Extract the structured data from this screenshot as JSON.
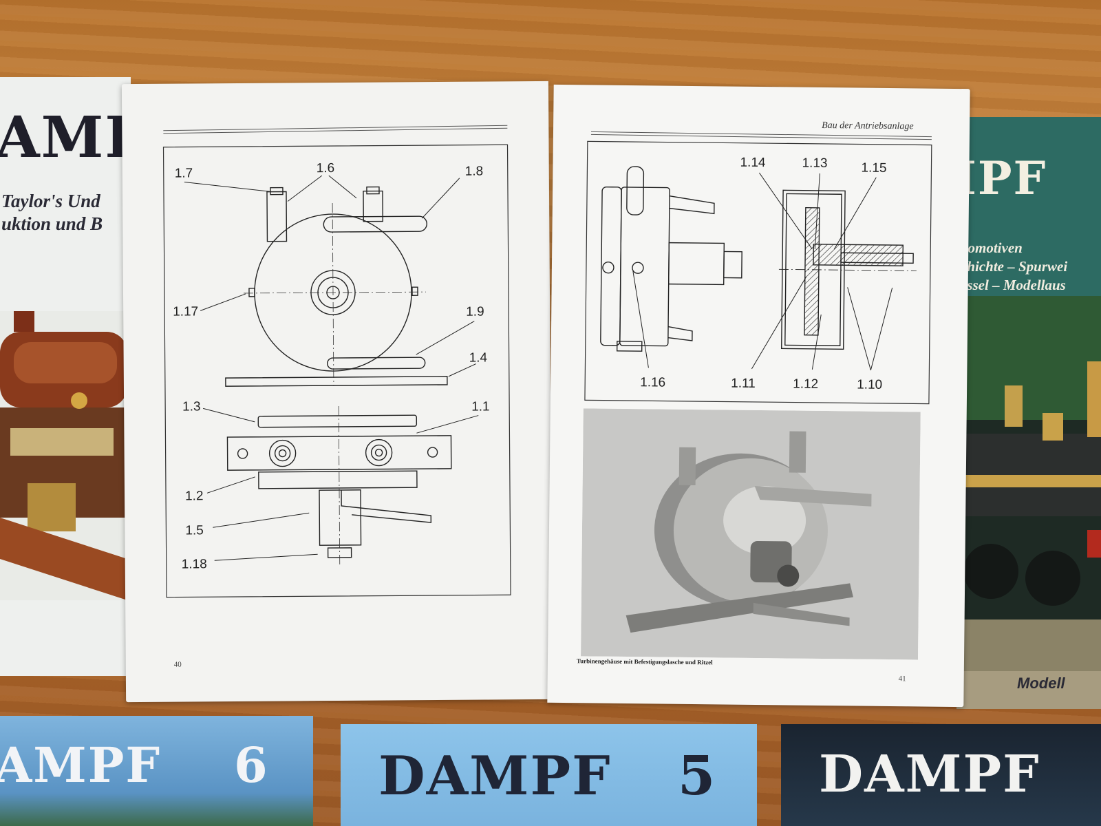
{
  "left_magazine": {
    "title": "AMPF",
    "subtitle_line1": "Taylor's Und",
    "subtitle_line2": "uktion und B"
  },
  "right_magazine": {
    "title": "IPF",
    "line1": "komotiven",
    "line2": "chichte – Spurwei",
    "line3": "essel – Modellaus",
    "footer": "Modell"
  },
  "left_page": {
    "page_number": "40",
    "labels": {
      "l17": "1.7",
      "l16": "1.6",
      "l18": "1.8",
      "l117": "1.17",
      "l19": "1.9",
      "l14": "1.4",
      "l13": "1.3",
      "l11": "1.1",
      "l12": "1.2",
      "l15": "1.5",
      "l118": "1.18"
    }
  },
  "right_page": {
    "header": "Bau der Antriebsanlage",
    "page_number": "41",
    "caption": "Turbinengehäuse mit Befestigungslasche und Ritzel",
    "labels": {
      "l114": "1.14",
      "l113": "1.13",
      "l115": "1.15",
      "l116": "1.16",
      "l111": "1.11",
      "l112": "1.12",
      "l110": "1.10"
    }
  },
  "bottom_magazines": [
    {
      "title": "AMPF",
      "issue": "6"
    },
    {
      "title": "DAMPF",
      "issue": "5"
    },
    {
      "title": "DAMPF",
      "issue": ""
    }
  ]
}
